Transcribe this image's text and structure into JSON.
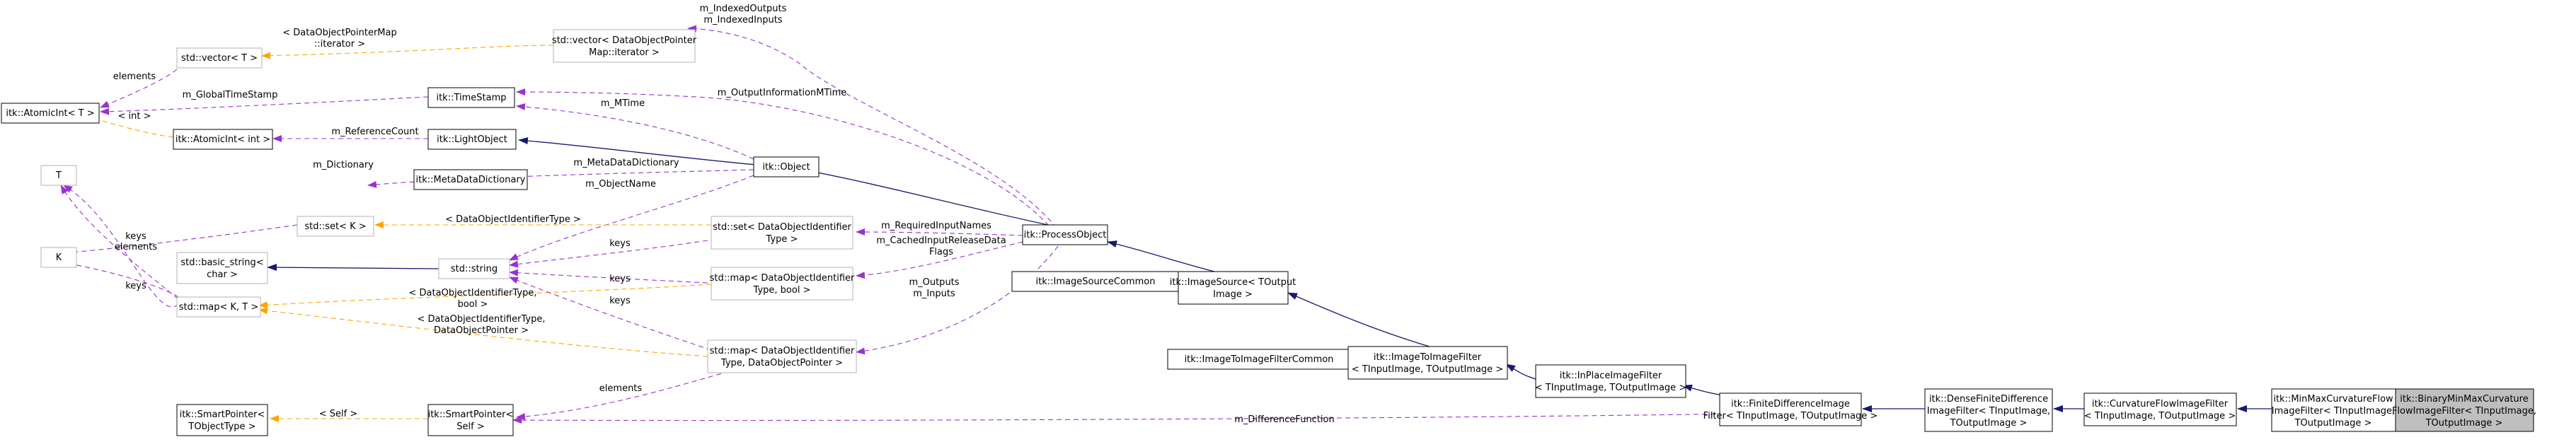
{
  "nodes": {
    "vector_t": "std::vector< T >",
    "vector_iter": [
      "std::vector< DataObjectPointer",
      "Map::iterator >"
    ],
    "atomicint_t": "itk::AtomicInt< T >",
    "t": "T",
    "k": "K",
    "timestamp": "itk::TimeStamp",
    "atomicint_int": "itk::AtomicInt< int >",
    "lightobject": "itk::LightObject",
    "metadatadict": "itk::MetaDataDictionary",
    "object": "itk::Object",
    "set_k": "std::set< K >",
    "basic_string": [
      "std::basic_string<",
      "char >"
    ],
    "string": "std::string",
    "map_kt": "std::map< K, T >",
    "set_dataobj": [
      "std::set< DataObjectIdentifier",
      "Type >"
    ],
    "map_bool": [
      "std::map< DataObjectIdentifier",
      "Type, bool >"
    ],
    "map_ptr": [
      "std::map< DataObjectIdentifier",
      "Type, DataObjectPointer >"
    ],
    "smartptr_t": [
      "itk::SmartPointer<",
      "TObjectType >"
    ],
    "smartptr_self": [
      "itk::SmartPointer<",
      "Self >"
    ],
    "processobject": "itk::ProcessObject",
    "imagesourcecommon": "itk::ImageSourceCommon",
    "imagesource": [
      "itk::ImageSource< TOutput",
      "Image >"
    ],
    "i2icommon": "itk::ImageToImageFilterCommon",
    "i2ifilter": [
      "itk::ImageToImageFilter",
      "< TInputImage, TOutputImage >"
    ],
    "inplace": [
      "itk::InPlaceImageFilter",
      "< TInputImage, TOutputImage >"
    ],
    "finitediff": [
      "itk::FiniteDifferenceImage",
      "Filter< TInputImage, TOutputImage >"
    ],
    "densefd": [
      "itk::DenseFiniteDifference",
      "ImageFilter< TInputImage,",
      "TOutputImage >"
    ],
    "curvatureflow": [
      "itk::CurvatureFlowImageFilter",
      "< TInputImage, TOutputImage >"
    ],
    "minmaxcf": [
      "itk::MinMaxCurvatureFlow",
      "ImageFilter< TInputImage,",
      "TOutputImage >"
    ],
    "binaryminmax": [
      "itk::BinaryMinMaxCurvature",
      "FlowImageFilter< TInputImage,",
      "TOutputImage >"
    ]
  },
  "labels": {
    "indexed": [
      "m_IndexedOutputs",
      "m_IndexedInputs"
    ],
    "dopm_iter": [
      "< DataObjectPointerMap",
      "::iterator >"
    ],
    "elements_top": "elements",
    "global_ts": "m_GlobalTimeStamp",
    "lt_int": "< int >",
    "refcount": "m_ReferenceCount",
    "output_info": "m_OutputInformationMTime",
    "mtime": "m_MTime",
    "dictionary": "m_Dictionary",
    "metadata": "m_MetaDataDictionary",
    "objectname": "m_ObjectName",
    "doid_type": "< DataObjectIdentifierType >",
    "required_inputs": "m_RequiredInputNames",
    "keys_set": "keys",
    "cached_input": [
      "m_CachedInputReleaseData",
      "Flags"
    ],
    "keys_k": "keys",
    "elements_k": "elements",
    "keys_map": "keys",
    "doid_bool": [
      "< DataObjectIdentifierType,",
      "bool >"
    ],
    "keys_bool": "keys",
    "keys_ptr": "keys",
    "doid_ptr": [
      "< DataObjectIdentifierType,",
      "DataObjectPointer >"
    ],
    "outputs": [
      "m_Outputs",
      "m_Inputs"
    ],
    "elements_ptr": "elements",
    "lt_self": "< Self >",
    "difference_function": "m_DifferenceFunction"
  },
  "colors": {
    "inheritance": "#191970",
    "usage": "#9a32cd",
    "template": "#ffa500",
    "private_inheritance": "#8b1a1a",
    "highlight_fill": "#bfbfbf",
    "gray_border": "#b3b3b3"
  }
}
